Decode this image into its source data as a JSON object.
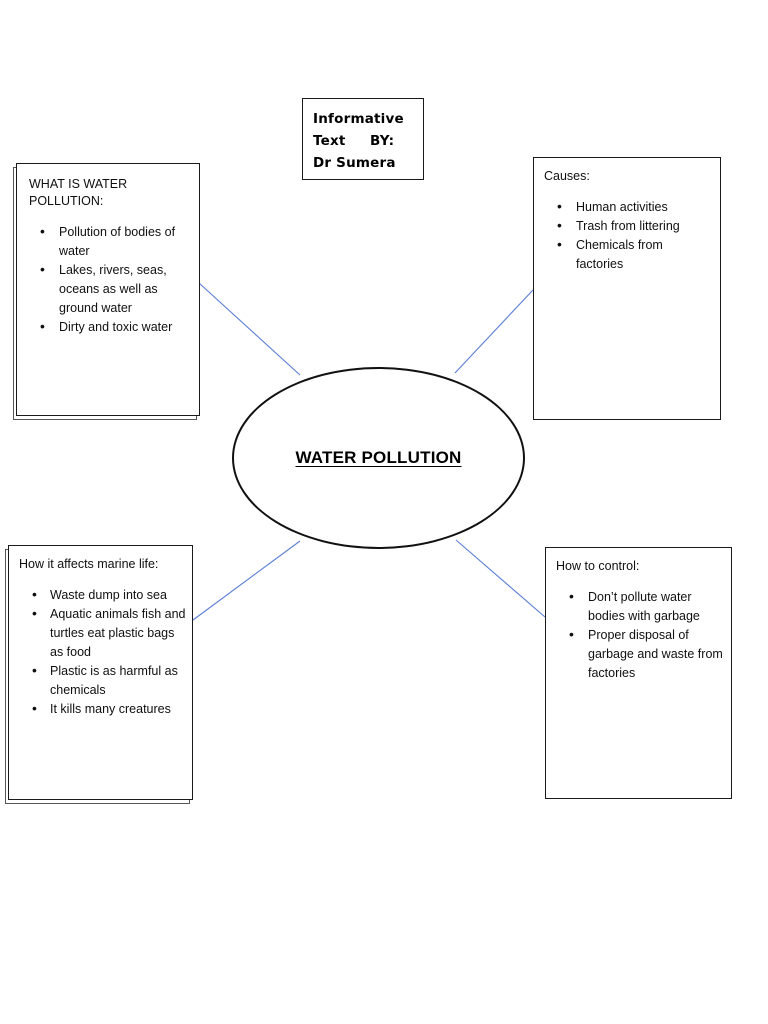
{
  "document": {
    "title_card": {
      "lines": [
        "Informative",
        "Text     BY:",
        "Dr Sumera"
      ]
    },
    "center": {
      "label": "WATER POLLUTION"
    },
    "connector_color": "#5B7FD4",
    "border_color": "#1a1a1a",
    "background_color": "#ffffff",
    "nodes": [
      {
        "id": "definition",
        "heading": "WHAT IS WATER\nPOLLUTION:",
        "items": [
          "Pollution of bodies of water",
          "Lakes, rivers, seas, oceans as well as ground water",
          "Dirty and toxic water"
        ]
      },
      {
        "id": "causes",
        "heading": "Causes:",
        "items": [
          "Human activities",
          "Trash from littering",
          "Chemicals from factories"
        ]
      },
      {
        "id": "marine",
        "heading": "How it affects marine life:",
        "items": [
          "Waste dump into sea",
          "Aquatic animals fish and turtles eat plastic bags as food",
          "Plastic is as harmful as chemicals",
          "It kills many creatures"
        ]
      },
      {
        "id": "control",
        "heading": "How to control:",
        "items": [
          "Don’t pollute water bodies with garbage",
          "Proper disposal of garbage and waste from factories"
        ]
      }
    ]
  }
}
